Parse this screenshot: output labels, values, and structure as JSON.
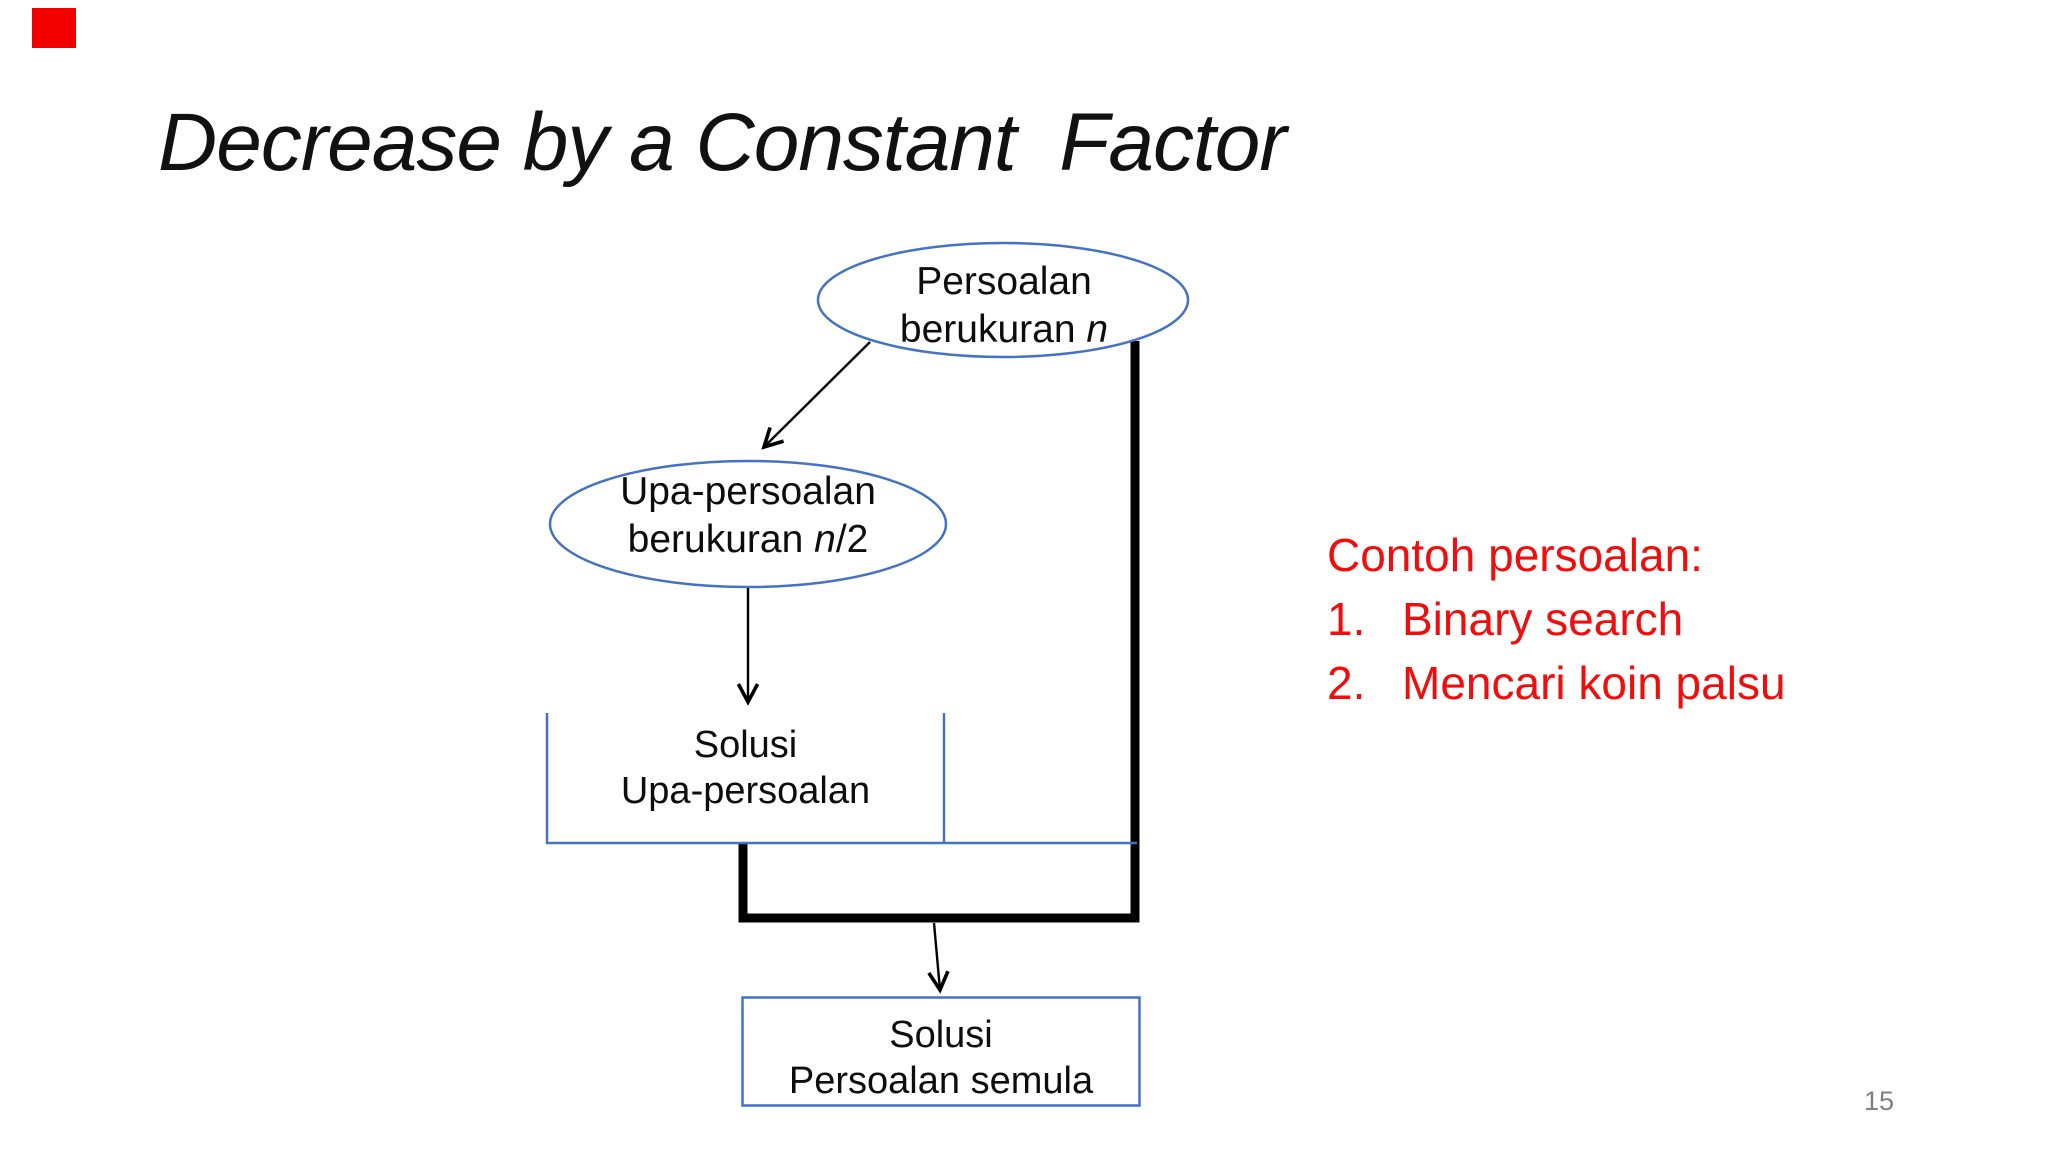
{
  "slide": {
    "title": "Decrease by a Constant  Factor",
    "page_number": "15"
  },
  "colors": {
    "accent_blue": "#4472C4",
    "line_black": "#000000",
    "list_red": "#F20D0D",
    "page_number_gray": "#7F7F7F",
    "corner_red": "#F20000",
    "background": "#FFFFFF",
    "title_black": "#111111"
  },
  "diagram": {
    "ellipse_problem": {
      "line1": "Persoalan",
      "line2_prefix": "berukuran ",
      "line2_var": "n",
      "line2_suffix": ""
    },
    "ellipse_subproblem": {
      "line1": "Upa-persoalan",
      "line2_prefix": "berukuran ",
      "line2_var": "n",
      "line2_suffix": "/2"
    },
    "bracket_solution": {
      "line1": "Solusi",
      "line2": "Upa-persoalan"
    },
    "box_final_solution": {
      "line1": "Solusi",
      "line2": "Persoalan semula"
    }
  },
  "examples": {
    "header": "Contoh persoalan:",
    "items": [
      {
        "num": "1.",
        "label": "Binary search"
      },
      {
        "num": "2.",
        "label": "Mencari koin palsu"
      }
    ]
  }
}
